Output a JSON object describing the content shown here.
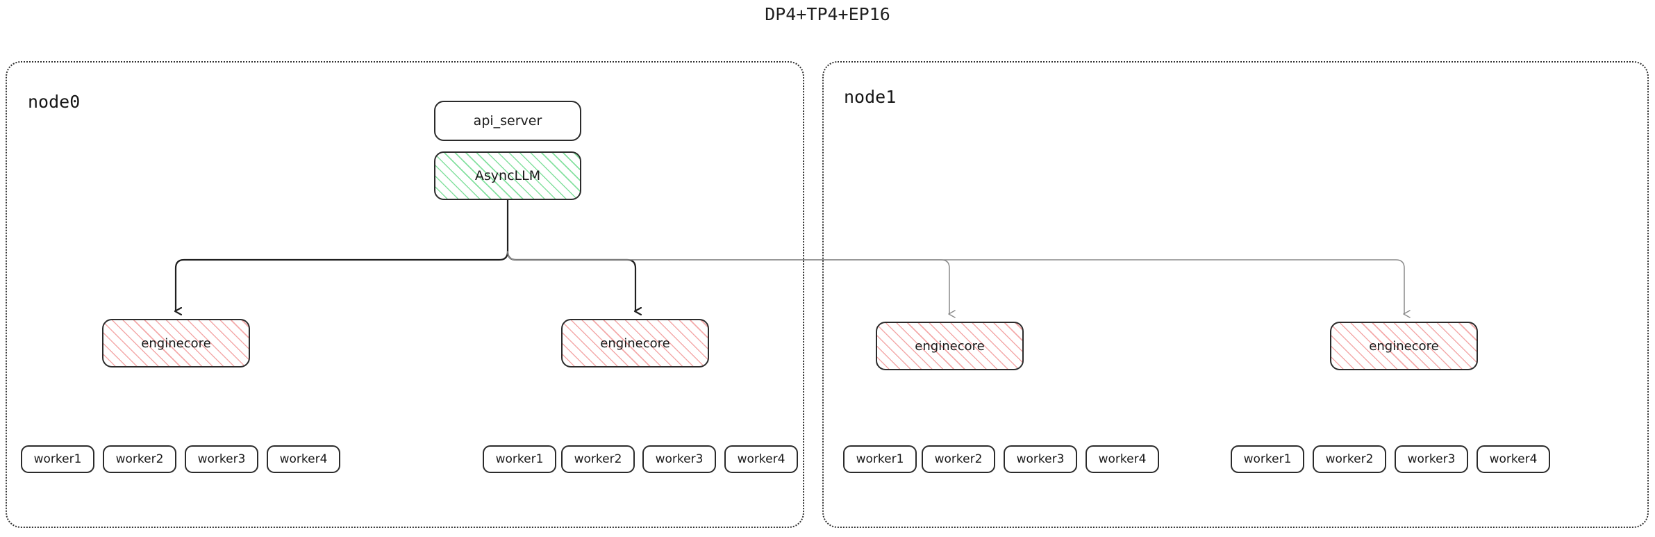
{
  "title": "DP4+TP4+EP16",
  "colors": {
    "stroke": "#2b2b2b",
    "subgraph_border": "#333333",
    "hatch_green": "#6fdb8e",
    "hatch_red": "#f08c8c",
    "wire_dark": "#1f1f1f",
    "wire_light": "#8a8a8a",
    "text": "#1a1a1a",
    "background": "#ffffff"
  },
  "nodes": {
    "api_server": {
      "label": "api_server"
    },
    "async_llm": {
      "label": "AsyncLLM"
    }
  },
  "subgraphs": [
    {
      "id": "node0",
      "label": "node0",
      "enginecores": [
        {
          "label": "enginecore"
        },
        {
          "label": "enginecore"
        }
      ],
      "worker_groups": [
        {
          "workers": [
            {
              "label": "worker1"
            },
            {
              "label": "worker2"
            },
            {
              "label": "worker3"
            },
            {
              "label": "worker4"
            }
          ]
        },
        {
          "workers": [
            {
              "label": "worker1"
            },
            {
              "label": "worker2"
            },
            {
              "label": "worker3"
            },
            {
              "label": "worker4"
            }
          ]
        }
      ]
    },
    {
      "id": "node1",
      "label": "node1",
      "enginecores": [
        {
          "label": "enginecore"
        },
        {
          "label": "enginecore"
        }
      ],
      "worker_groups": [
        {
          "workers": [
            {
              "label": "worker1"
            },
            {
              "label": "worker2"
            },
            {
              "label": "worker3"
            },
            {
              "label": "worker4"
            }
          ]
        },
        {
          "workers": [
            {
              "label": "worker1"
            },
            {
              "label": "worker2"
            },
            {
              "label": "worker3"
            },
            {
              "label": "worker4"
            }
          ]
        }
      ]
    }
  ]
}
